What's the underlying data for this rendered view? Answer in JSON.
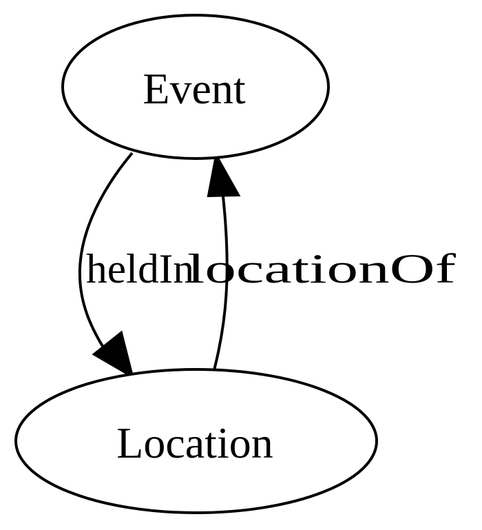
{
  "nodes": {
    "event": {
      "label": "Event"
    },
    "location": {
      "label": "Location"
    }
  },
  "edges": {
    "held_in": {
      "label": "heldIn"
    },
    "location_of": {
      "label": "locationOf"
    }
  },
  "colors": {
    "stroke": "#000000",
    "background": "#ffffff"
  }
}
